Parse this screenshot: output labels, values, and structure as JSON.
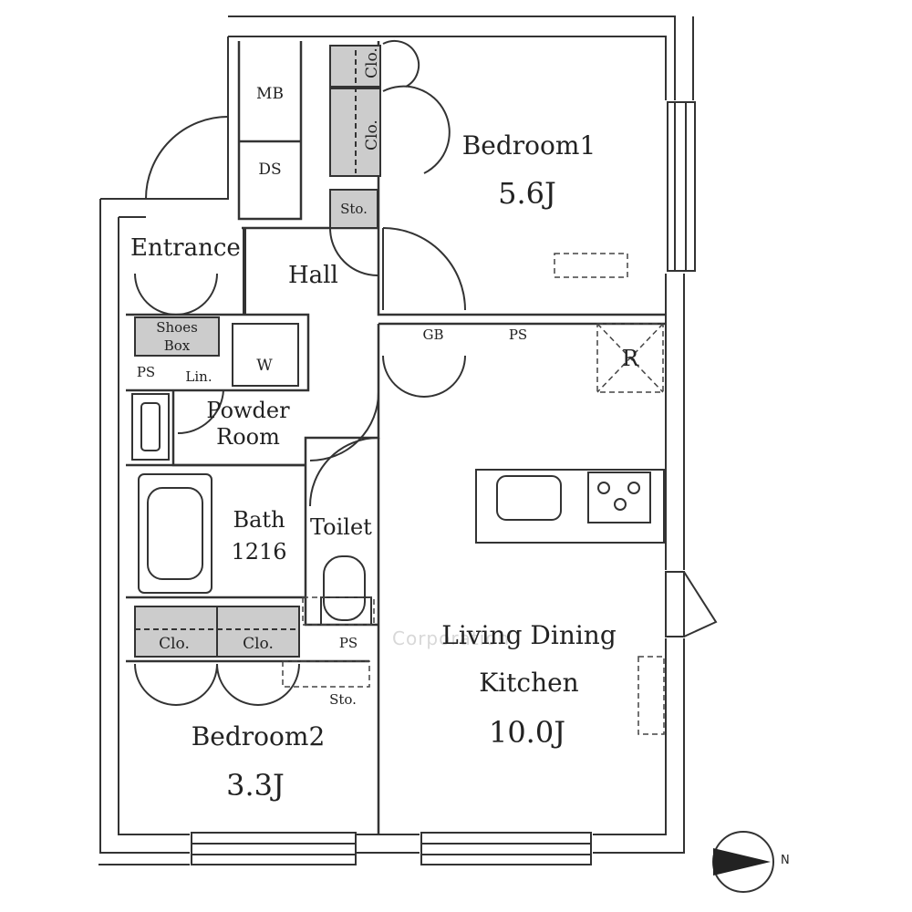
{
  "rooms": {
    "bedroom1": {
      "name": "Bedroom1",
      "area": "5.6J"
    },
    "bedroom2": {
      "name": "Bedroom2",
      "area": "3.3J"
    },
    "ldk": {
      "name_line1": "Living Dining",
      "name_line2": "Kitchen",
      "area": "10.0J"
    },
    "entrance": {
      "name": "Entrance"
    },
    "hall": {
      "name": "Hall"
    },
    "powder_room": {
      "line1": "Powder",
      "line2": "Room"
    },
    "bath": {
      "line1": "Bath",
      "line2": "1216"
    },
    "toilet": {
      "name": "Toilet"
    }
  },
  "storage": {
    "mb": "MB",
    "ds": "DS",
    "clo": "Clo.",
    "sto": "Sto.",
    "shoes_box_line1": "Shoes",
    "shoes_box_line2": "Box",
    "ps": "PS",
    "lin": "Lin.",
    "w": "W",
    "gb": "GB",
    "r": "R"
  },
  "compass": {
    "north_label": "N"
  },
  "watermark": "Corporation"
}
